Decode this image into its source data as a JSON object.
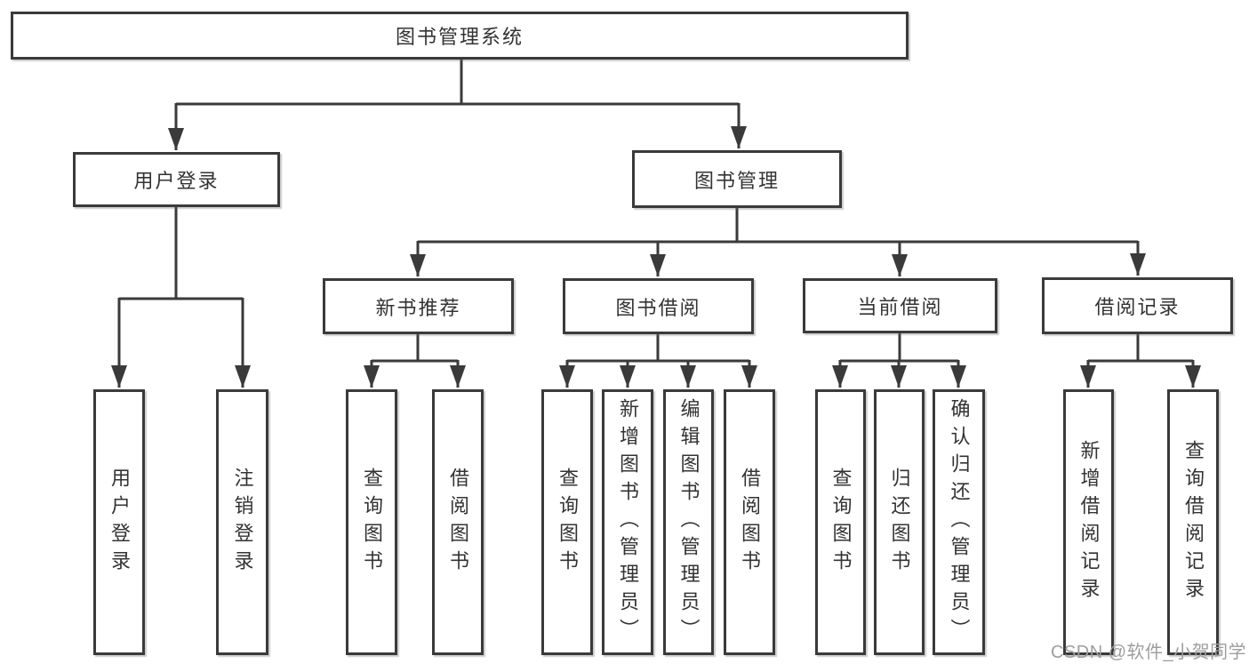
{
  "tree": {
    "root": "图书管理系统",
    "children": [
      {
        "label": "用户登录",
        "children": [
          {
            "label": "用户登录"
          },
          {
            "label": "注销登录"
          }
        ]
      },
      {
        "label": "图书管理",
        "children": [
          {
            "label": "新书推荐",
            "children": [
              {
                "label": "查询图书"
              },
              {
                "label": "借阅图书"
              }
            ]
          },
          {
            "label": "图书借阅",
            "children": [
              {
                "label": "查询图书"
              },
              {
                "label": "新增图书（管理员）"
              },
              {
                "label": "编辑图书（管理员）"
              },
              {
                "label": "借阅图书"
              }
            ]
          },
          {
            "label": "当前借阅",
            "children": [
              {
                "label": "查询图书"
              },
              {
                "label": "归还图书"
              },
              {
                "label": "确认归还（管理员）"
              }
            ]
          },
          {
            "label": "借阅记录",
            "children": [
              {
                "label": "新增借阅记录"
              },
              {
                "label": "查询借阅记录"
              }
            ]
          }
        ]
      }
    ]
  },
  "watermark": {
    "text": "CSDN @软件_小贺同学"
  },
  "colors": {
    "line": "#3a3a3a",
    "text": "#333333",
    "watermark": "#9e9e9e",
    "background": "#ffffff"
  }
}
